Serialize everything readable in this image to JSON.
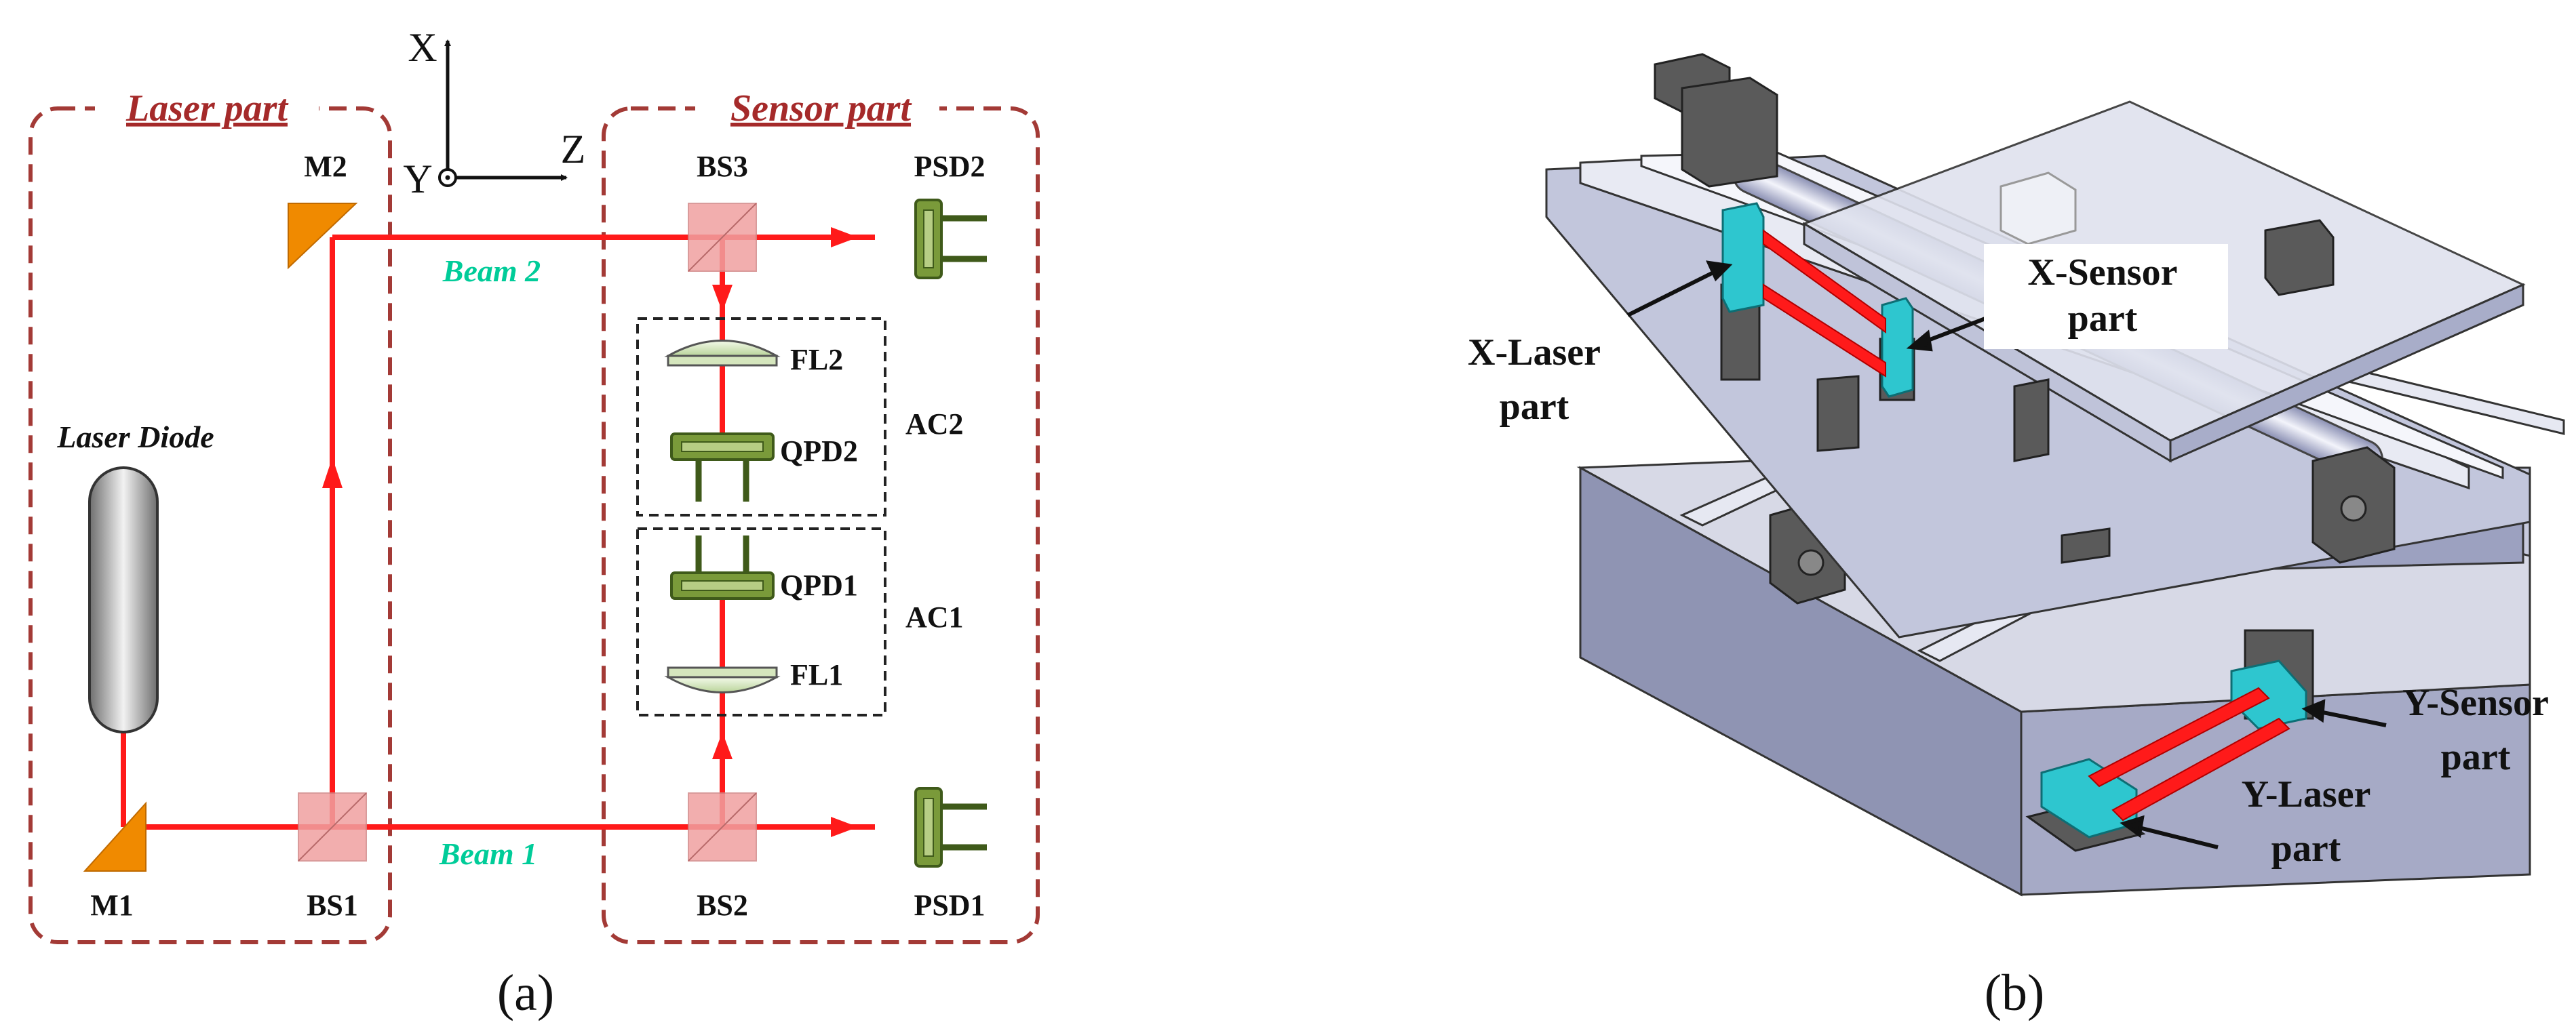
{
  "panel_a": {
    "caption": "(a)",
    "laser_part_title": "Laser part",
    "sensor_part_title": "Sensor part",
    "axes": {
      "x": "X",
      "y": "Y",
      "z": "Z"
    },
    "beam1_label": "Beam 1",
    "beam2_label": "Beam 2",
    "laser_diode_label": "Laser Diode",
    "components": {
      "m1": "M1",
      "m2": "M2",
      "bs1": "BS1",
      "bs2": "BS2",
      "bs3": "BS3",
      "psd1": "PSD1",
      "psd2": "PSD2",
      "fl1": "FL1",
      "fl2": "FL2",
      "qpd1": "QPD1",
      "qpd2": "QPD2",
      "ac1": "AC1",
      "ac2": "AC2"
    },
    "colors": {
      "beam": "#ff1a1a",
      "dashed_border": "#a33a36",
      "mirror": "#f08a00",
      "splitter": "#f0a0a0",
      "sensor": "#7a9a3a",
      "lens": "#c9e0a8",
      "beam_label": "#00cc99"
    }
  },
  "panel_b": {
    "caption": "(b)",
    "x_laser": [
      "X-Laser",
      "part"
    ],
    "x_sensor": [
      "X-Sensor",
      "part"
    ],
    "y_laser": [
      "Y-Laser",
      "part"
    ],
    "y_sensor": [
      "Y-Sensor",
      "part"
    ],
    "colors": {
      "block": "#9ca1c0",
      "block_dark": "#707594",
      "glass": "#dfe2ee",
      "laser_head": "#2ec6cf",
      "beam": "#ff1a1a",
      "mount": "#5a5a5a"
    }
  }
}
